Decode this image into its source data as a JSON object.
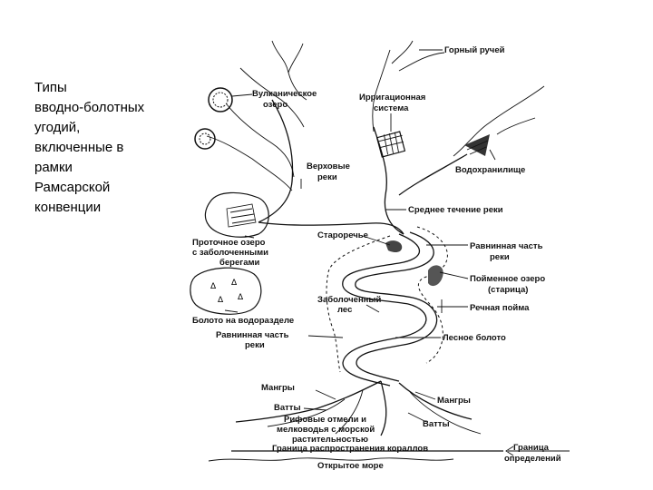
{
  "title": "Типы\nвводно-болотных\nугодий,\nвключенные в\nрамки\nРамсарской\nконвенции",
  "labels": {
    "mountain_stream": "Горный ручей",
    "volcanic_lake_1": "Вулканическое",
    "volcanic_lake_2": "озеро",
    "irrigation_1": "Ирригационная",
    "irrigation_2": "система",
    "headwaters_1": "Верховые",
    "headwaters_2": "реки",
    "reservoir": "Водохранилище",
    "middle_course": "Среднее течение реки",
    "oxbow": "Старoречье",
    "flow_lake_1": "Проточное озеро",
    "flow_lake_2": "с заболоченными",
    "flow_lake_3": "берегами",
    "plain_river_right_1": "Равнинная часть",
    "plain_river_right_2": "реки",
    "floodplain_lake_1": "Пойменное озеро",
    "floodplain_lake_2": "(старица)",
    "swamp_forest_1": "Заболоченный",
    "swamp_forest_2": "лес",
    "river_floodplain": "Речная пойма",
    "watershed_bog": "Болото на водоразделе",
    "plain_river_left_1": "Равнинная часть",
    "plain_river_left_2": "реки",
    "forest_bog": "Лесное болото",
    "mangroves_left": "Мангры",
    "tidal_flats_left": "Ватты",
    "mangroves_right": "Мангры",
    "tidal_flats_right": "Ватты",
    "reef_1": "Рифовые отмели и",
    "reef_2": "мелководья с морской",
    "reef_3": "растительностью",
    "coral_limit": "Граница распространения кораллов",
    "boundary_1": "Граница",
    "boundary_2": "определений",
    "open_sea": "Открытое море"
  }
}
